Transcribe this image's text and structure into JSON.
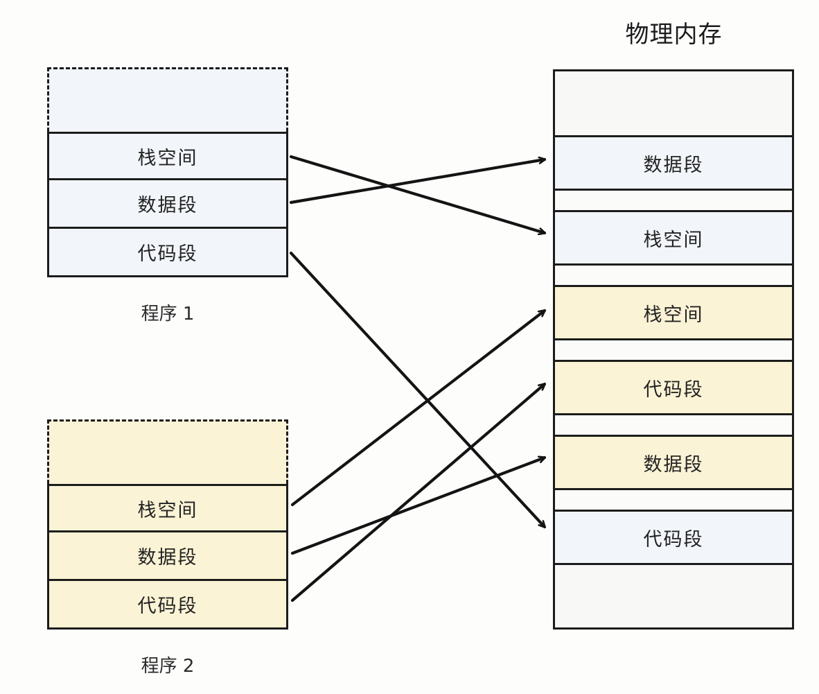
{
  "diagram": {
    "title": "物理内存",
    "colors": {
      "background": "#fdfdfc",
      "stroke": "#1c1c1c",
      "program1_fill": "#f2f5f9",
      "program2_fill": "#fbf3d5",
      "memory_empty_fill": "#fbfbf9",
      "text": "#232323"
    }
  },
  "programs": [
    {
      "id": "program-1",
      "caption": "程序 1",
      "fill": "#f2f5f9",
      "reserved_label": "",
      "segments": [
        {
          "label": "栈空间"
        },
        {
          "label": "数据段"
        },
        {
          "label": "代码段"
        }
      ]
    },
    {
      "id": "program-2",
      "caption": "程序 2",
      "fill": "#fbf3d5",
      "reserved_label": "",
      "segments": [
        {
          "label": "栈空间"
        },
        {
          "label": "数据段"
        },
        {
          "label": "代码段"
        }
      ]
    }
  ],
  "physical_memory": {
    "title": "物理内存",
    "segments": [
      {
        "label": "",
        "owner": "free",
        "fill": "#f8f8f6"
      },
      {
        "label": "数据段",
        "owner": "program-1",
        "fill": "#f2f5f9"
      },
      {
        "label": "",
        "owner": "free",
        "fill": "#fbfbf9"
      },
      {
        "label": "栈空间",
        "owner": "program-1",
        "fill": "#f2f5f9"
      },
      {
        "label": "",
        "owner": "free",
        "fill": "#fbfbf9"
      },
      {
        "label": "栈空间",
        "owner": "program-2",
        "fill": "#fbf3d5"
      },
      {
        "label": "",
        "owner": "free",
        "fill": "#fbfbf9"
      },
      {
        "label": "代码段",
        "owner": "program-2",
        "fill": "#fbf3d5"
      },
      {
        "label": "",
        "owner": "free",
        "fill": "#fbfbf9"
      },
      {
        "label": "数据段",
        "owner": "program-2",
        "fill": "#fbf3d5"
      },
      {
        "label": "",
        "owner": "free",
        "fill": "#fbfbf9"
      },
      {
        "label": "代码段",
        "owner": "program-1",
        "fill": "#f2f5f9"
      },
      {
        "label": "",
        "owner": "free",
        "fill": "#f8f8f6"
      }
    ]
  },
  "mappings": [
    {
      "from": "program-1.栈空间",
      "to": "physical.栈空间(program-1)"
    },
    {
      "from": "program-1.数据段",
      "to": "physical.数据段(program-1)"
    },
    {
      "from": "program-1.代码段",
      "to": "physical.代码段(program-1)"
    },
    {
      "from": "program-2.栈空间",
      "to": "physical.栈空间(program-2)"
    },
    {
      "from": "program-2.数据段",
      "to": "physical.数据段(program-2)"
    },
    {
      "from": "program-2.代码段",
      "to": "physical.代码段(program-2)"
    }
  ]
}
